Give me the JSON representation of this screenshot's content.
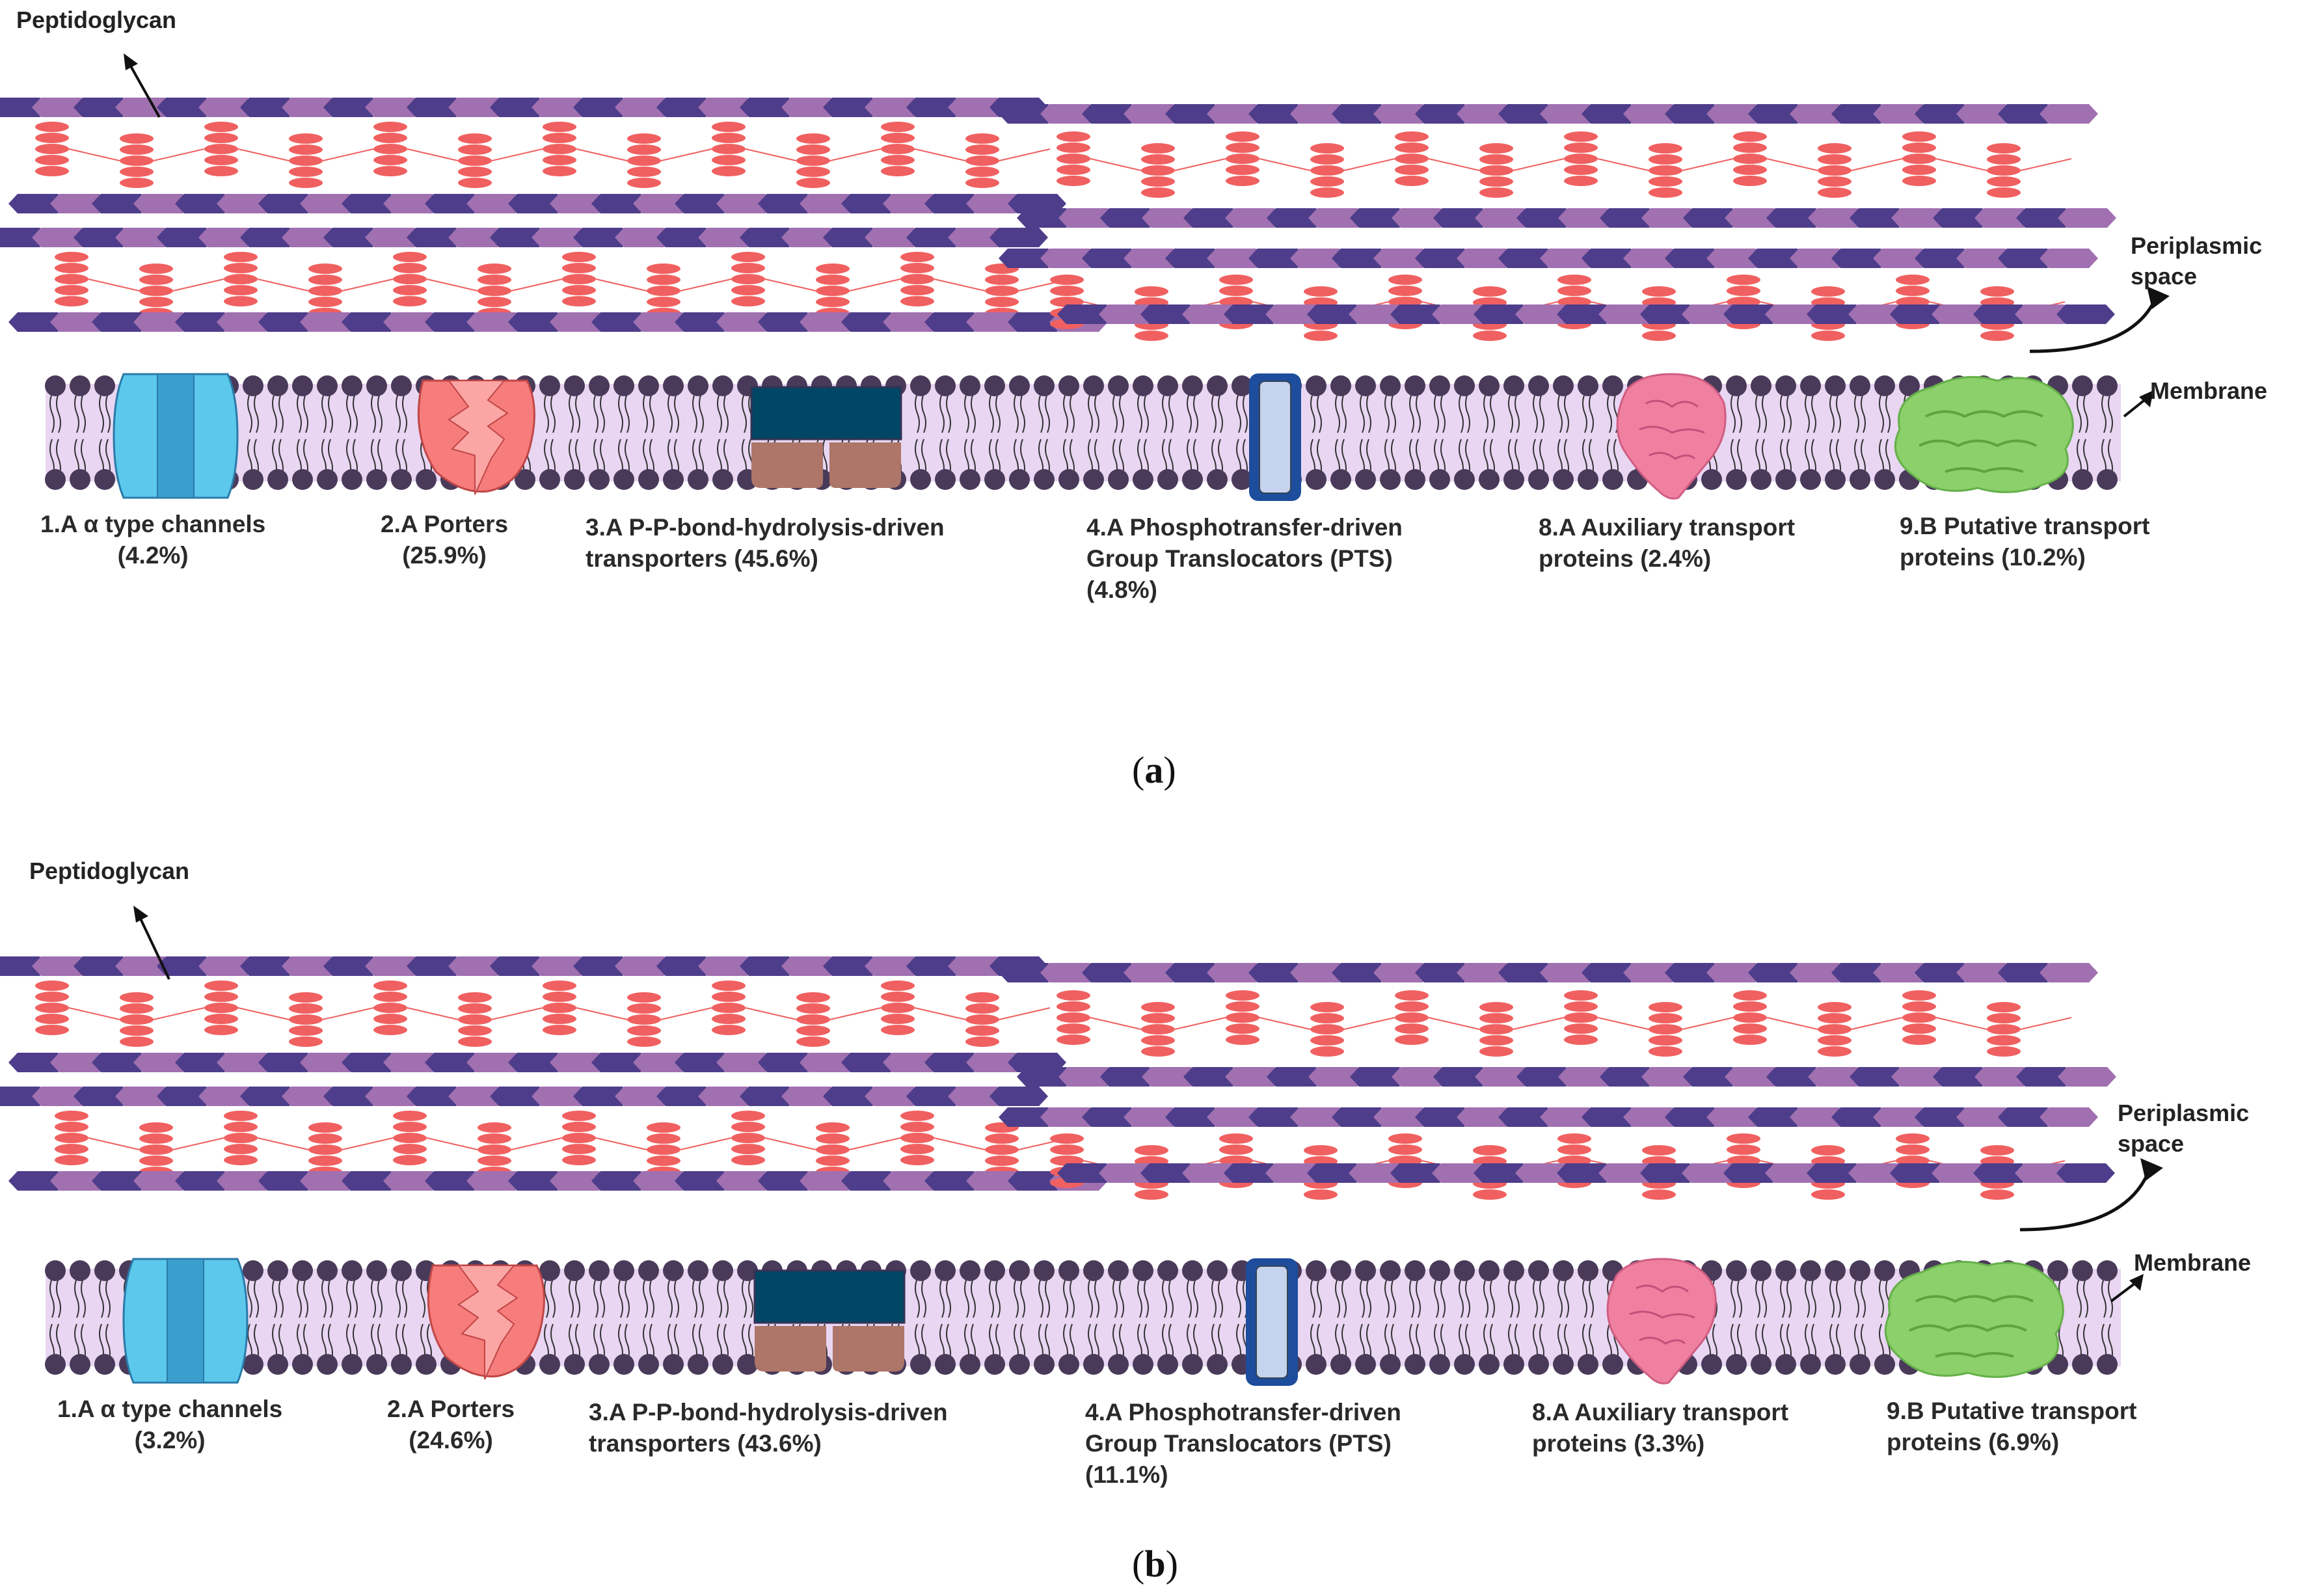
{
  "panels": [
    {
      "id": "a",
      "label_parts": [
        "(",
        "a",
        ")"
      ],
      "labels": {
        "peptidoglycan": "Peptidoglycan",
        "periplasmic_line1": "Periplasmic",
        "periplasmic_line2": "space",
        "membrane": "Membrane"
      },
      "categories": [
        {
          "line1": "1.A  α type channels",
          "line2": "(4.2%)",
          "line3": ""
        },
        {
          "line1": "2.A Porters",
          "line2": "(25.9%)",
          "line3": ""
        },
        {
          "line1": "3.A P-P-bond-hydrolysis-driven",
          "line2": "transporters (45.6%)",
          "line3": ""
        },
        {
          "line1": "4.A Phosphotransfer-driven",
          "line2": "Group Translocators (PTS)",
          "line3": "(4.8%)"
        },
        {
          "line1": "8.A Auxiliary transport",
          "line2": "proteins (2.4%)",
          "line3": ""
        },
        {
          "line1": "9.B Putative transport",
          "line2": "proteins (10.2%)",
          "line3": ""
        }
      ]
    },
    {
      "id": "b",
      "label_parts": [
        "(",
        "b",
        ")"
      ],
      "labels": {
        "peptidoglycan": "Peptidoglycan",
        "periplasmic_line1": "Periplasmic",
        "periplasmic_line2": "space",
        "membrane": "Membrane"
      },
      "categories": [
        {
          "line1": "1.A  α type channels",
          "line2": "(3.2%)",
          "line3": ""
        },
        {
          "line1": "2.A Porters",
          "line2": "(24.6%)",
          "line3": ""
        },
        {
          "line1": "3.A P-P-bond-hydrolysis-driven",
          "line2": "transporters (43.6%)",
          "line3": ""
        },
        {
          "line1": "4.A Phosphotransfer-driven",
          "line2": "Group Translocators (PTS)",
          "line3": "(11.1%)"
        },
        {
          "line1": "8.A Auxiliary transport",
          "line2": "proteins (3.3%)",
          "line3": ""
        },
        {
          "line1": "9.B Putative transport",
          "line2": "proteins (6.9%)",
          "line3": ""
        }
      ]
    }
  ],
  "colors": {
    "glycan_dark": "#4e3d8a",
    "glycan_light": "#a070b0",
    "peptide": "#f06060",
    "membrane_fill": "#e8d6f2",
    "lipid_head": "#4a3a5a",
    "channel": "#5cc8ec",
    "porter": "#f77c7c",
    "abc_top": "#004766",
    "abc_bottom": "#ad7668",
    "pts": "#c5d3ee",
    "auxiliary": "#f080a0",
    "putative": "#8bd06a"
  },
  "icons": [
    "alpha-channel-icon",
    "porter-icon",
    "abc-transporter-icon",
    "pts-translocator-icon",
    "auxiliary-protein-icon",
    "putative-protein-icon"
  ]
}
